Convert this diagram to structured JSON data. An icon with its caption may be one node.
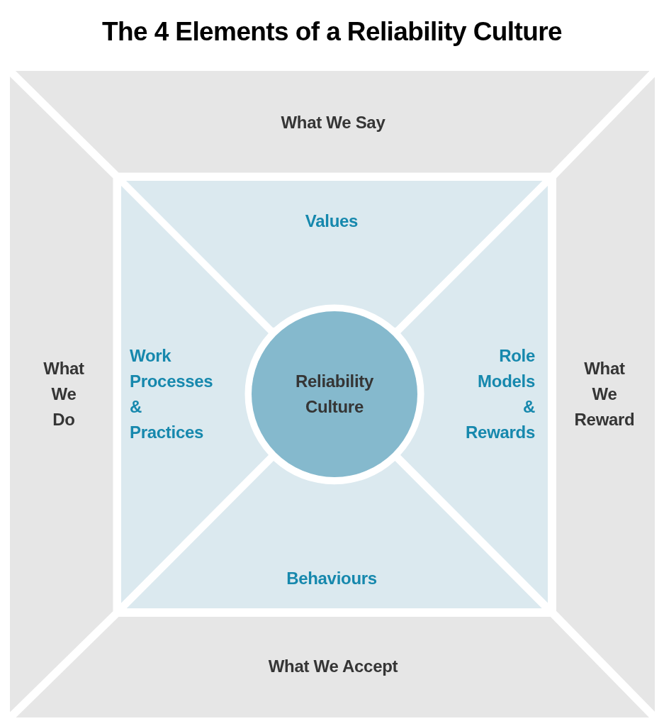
{
  "diagram": {
    "title": "The 4 Elements of a Reliability Culture",
    "nodes": [
      {
        "text": [
          "What We Say"
        ]
      },
      {
        "text": [
          "Values"
        ]
      },
      {
        "text": [
          "What We Do"
        ]
      },
      {
        "text": [
          "Work Processes & Practices"
        ]
      },
      {
        "text": [
          "Reliability Culture"
        ]
      },
      {
        "text": [
          "Role Models & Rewards"
        ]
      },
      {
        "text": [
          "What We Reward"
        ]
      },
      {
        "text": [
          "Behaviours"
        ]
      },
      {
        "text": [
          "What We Accept"
        ]
      }
    ]
  }
}
